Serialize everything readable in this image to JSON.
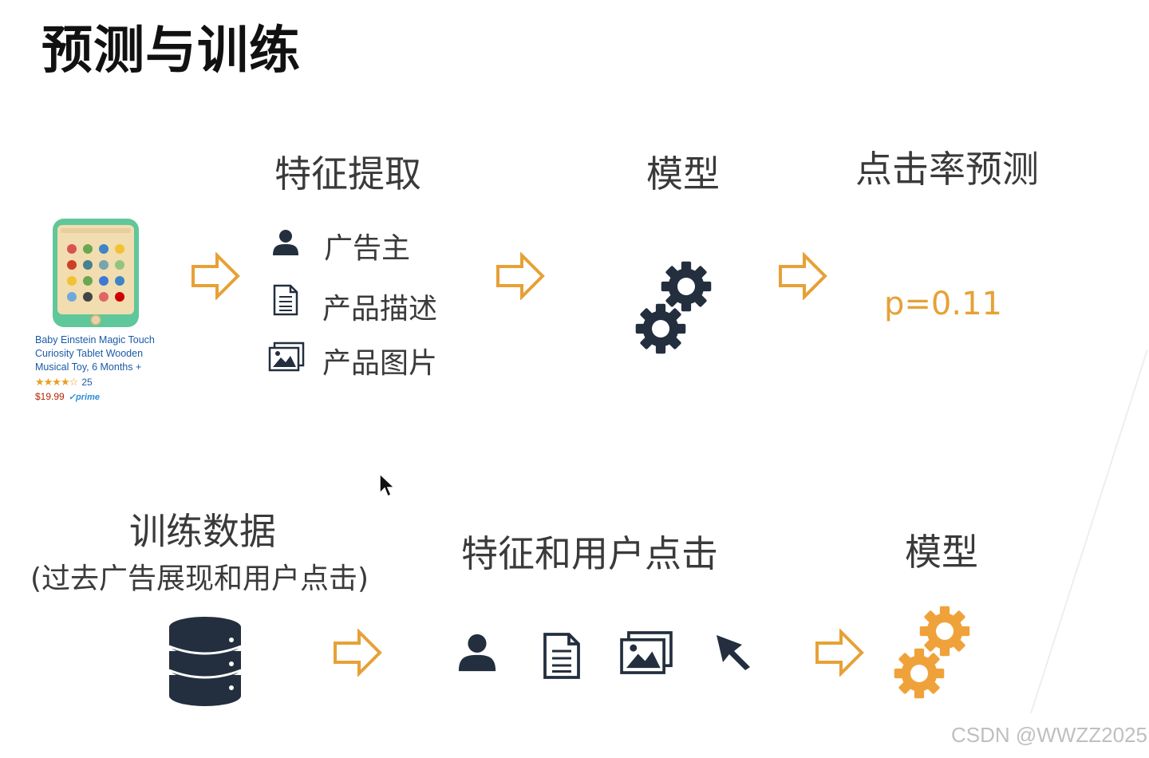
{
  "title": "预测与训练",
  "prediction": {
    "features_heading": "特征提取",
    "model_heading": "模型",
    "ctr_heading": "点击率预测",
    "features": [
      {
        "icon": "user-icon",
        "label": "广告主"
      },
      {
        "icon": "document-icon",
        "label": "产品描述"
      },
      {
        "icon": "image-icon",
        "label": "产品图片"
      }
    ],
    "result": "p=0.11",
    "product": {
      "title_lines": [
        "Baby Einstein Magic Touch",
        "Curiosity Tablet Wooden",
        "Musical Toy, 6 Months +"
      ],
      "rating_count": "25",
      "price": "$19.99",
      "prime": "prime"
    }
  },
  "training": {
    "data_heading": "训练数据",
    "data_subheading": "(过去广告展现和用户点击)",
    "features_heading": "特征和用户点击",
    "model_heading": "模型",
    "feature_icons": [
      "user-icon",
      "document-icon",
      "image-icon",
      "cursor-icon"
    ]
  },
  "watermark": "CSDN @WWZZ2025",
  "colors": {
    "accent_orange": "#e6a136",
    "icon_dark": "#232f3e",
    "gear_orange": "#f0a23a"
  }
}
